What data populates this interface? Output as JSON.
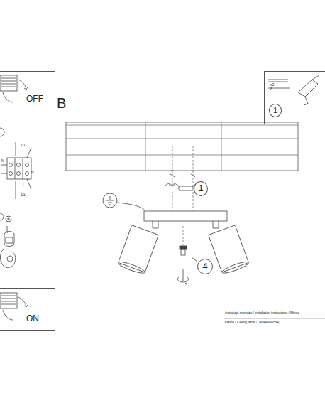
{
  "diagram": {
    "caption": "Plafon / Ceiling lamp / Deckenleuchte",
    "nodes": [
      {
        "text": [
          "OFF"
        ]
      },
      {
        "text": [
          "x2"
        ]
      },
      {
        "text": [
          "1"
        ],
        "in": 1
      },
      {
        "text": [
          "1"
        ]
      },
      {
        "text": [
          "4"
        ]
      },
      {
        "text": [
          "ON"
        ]
      }
    ],
    "labels": [
      "B",
      "L1",
      "N",
      "N",
      "L",
      "L1",
      "instrukcja montażu / installation instructions / Monta"
    ]
  }
}
